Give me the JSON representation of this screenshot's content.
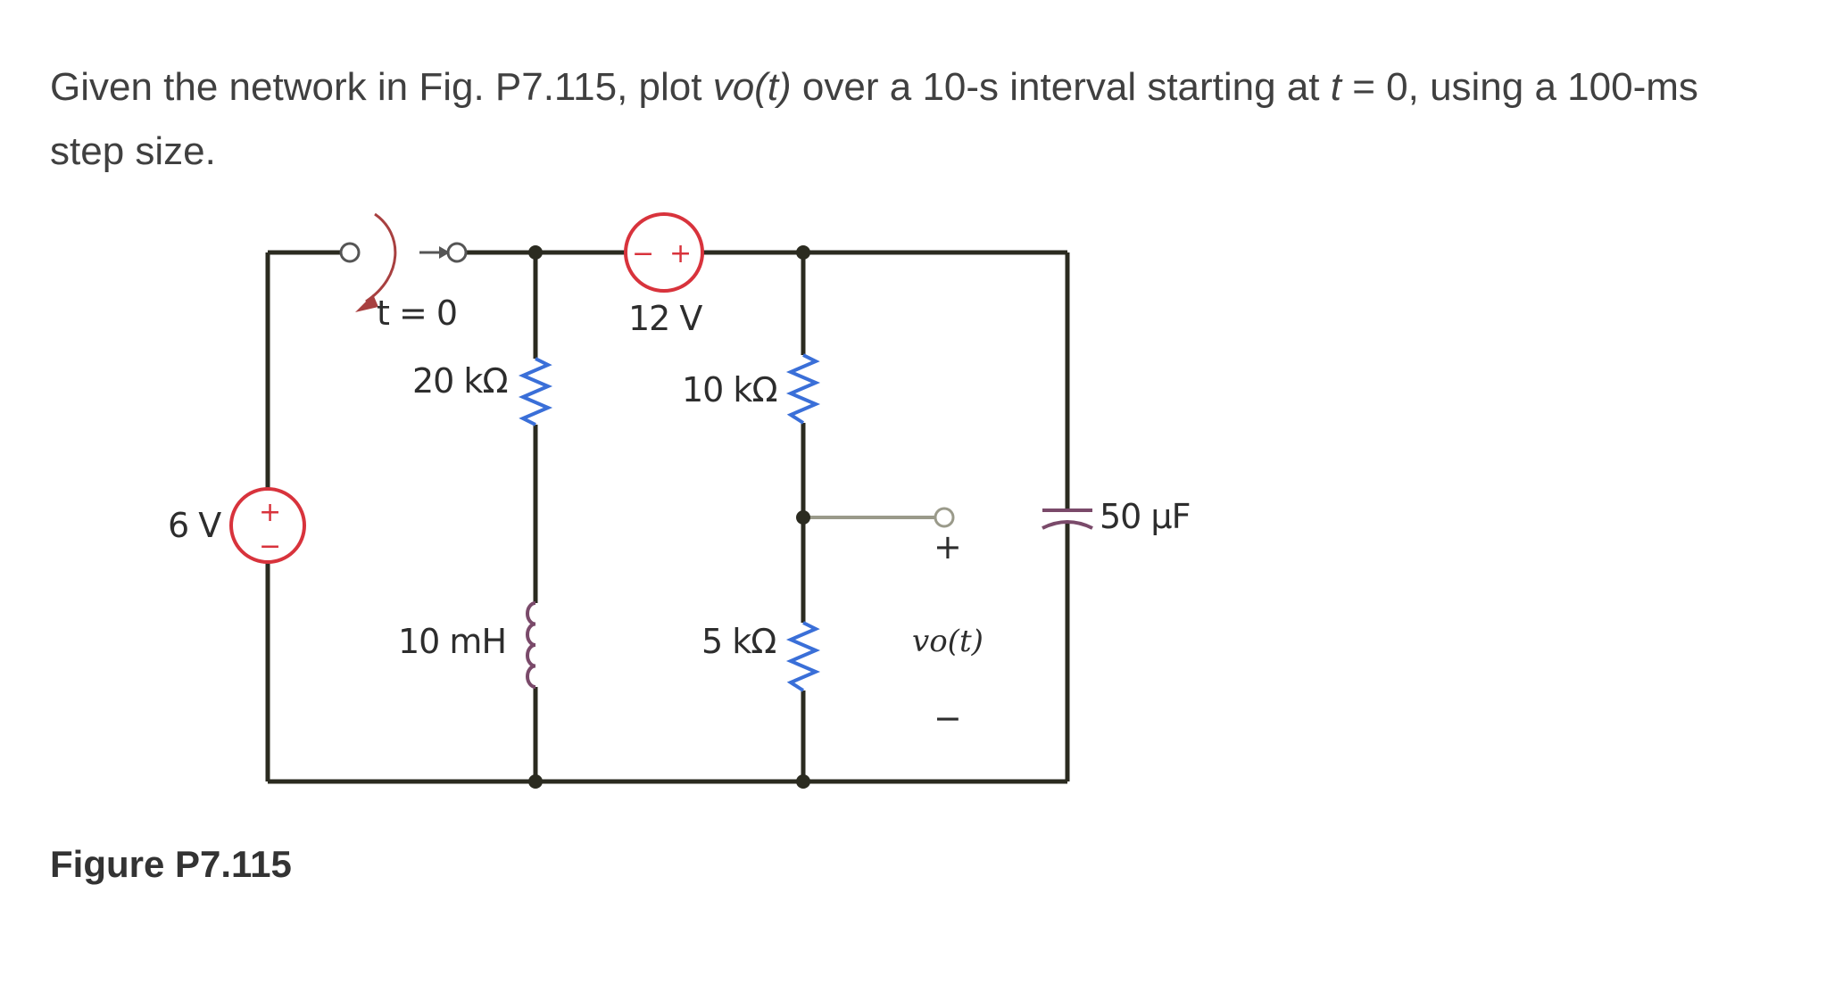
{
  "problem": {
    "part1": "Given the network in Fig. P7.115, plot ",
    "func": "vo(t)",
    "part2": " over a 10-s interval starting at ",
    "tvar": "t",
    "part3": " = 0, using a 100-ms step size."
  },
  "figure": {
    "caption": "Figure P7.115",
    "switch_label": "t = 0",
    "source_left": {
      "value": "6 V",
      "plus": "+",
      "minus": "−"
    },
    "source_top": {
      "value": "12 V",
      "plus": "+",
      "minus": "−"
    },
    "r1": "20 kΩ",
    "r2": "10 kΩ",
    "r3": "5 kΩ",
    "inductor": "10 mH",
    "capacitor": "50 µF",
    "output": {
      "label": "vo(t)",
      "plus": "+",
      "minus": "−"
    }
  },
  "colors": {
    "wire": "#2b2b20",
    "source": "#d8333c",
    "resistor": "#3a6fd8",
    "inductor": "#7a4a6a",
    "capacitor": "#7a4a6a",
    "terminal_wire": "#9a9a8a"
  }
}
